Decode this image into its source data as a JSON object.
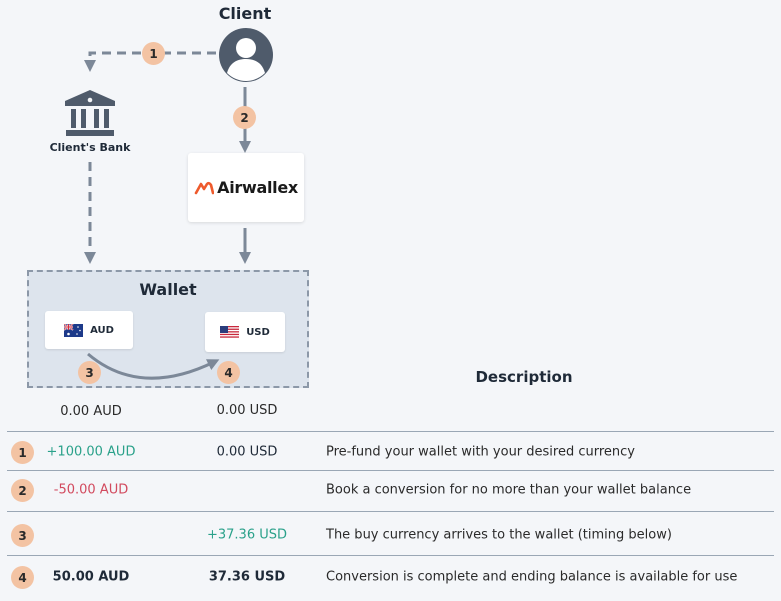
{
  "diagram": {
    "client_label": "Client",
    "bank_label": "Client's Bank",
    "provider_name": "Airwallex",
    "wallet_label": "Wallet",
    "currency_from": "AUD",
    "currency_to": "USD",
    "steps": [
      "1",
      "2",
      "3",
      "4"
    ],
    "starting_balance_aud": "0.00 AUD",
    "starting_balance_usd": "0.00 USD"
  },
  "table": {
    "header": "Description",
    "rows": [
      {
        "step": "1",
        "aud": "+100.00 AUD",
        "usd": "0.00 USD",
        "description": "Pre-fund your wallet with your desired currency"
      },
      {
        "step": "2",
        "aud": "-50.00 AUD",
        "usd": "",
        "description": "Book a conversion for no more than your wallet balance"
      },
      {
        "step": "3",
        "aud": "",
        "usd": "+37.36 USD",
        "description": "The buy currency arrives to the wallet (timing below)"
      },
      {
        "step": "4",
        "aud": "50.00 AUD",
        "usd": "37.36 USD",
        "description": "Conversion is complete and ending balance is available for use"
      }
    ]
  },
  "colors": {
    "badge": "#f3c3a3",
    "connector": "#7c8898",
    "positive": "#2aa18a",
    "negative": "#d24a5e",
    "airwallex_brand": "#ee5a2c"
  },
  "icons": [
    "user-icon",
    "bank-icon",
    "airwallex-logo-icon",
    "australia-flag-icon",
    "usa-flag-icon"
  ]
}
